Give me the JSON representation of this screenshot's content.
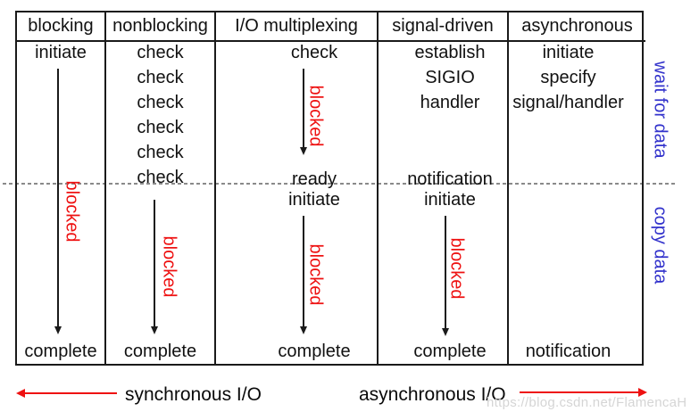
{
  "columns": [
    {
      "header": "blocking",
      "top": "initiate",
      "blocked": "blocked",
      "bottom": "complete"
    },
    {
      "header": "nonblocking",
      "checks": [
        "check",
        "check",
        "check",
        "check",
        "check",
        "check"
      ],
      "blocked": "blocked",
      "bottom": "complete"
    },
    {
      "header": "I/O multiplexing",
      "top": "check",
      "blocked_wait": "blocked",
      "ready": "ready",
      "initiate": "initiate",
      "blocked_copy": "blocked",
      "bottom": "complete"
    },
    {
      "header": "signal-driven",
      "setup_lines": [
        "establish",
        "SIGIO",
        "handler"
      ],
      "notification": "notification",
      "initiate": "initiate",
      "blocked": "blocked",
      "bottom": "complete"
    },
    {
      "header": "asynchronous",
      "setup_lines": [
        "initiate",
        "specify",
        "signal/handler"
      ],
      "bottom": "notification"
    }
  ],
  "phases": {
    "wait": "wait for data",
    "copy": "copy data"
  },
  "legend": {
    "sync": "synchronous I/O",
    "async": "asynchronous I/O"
  },
  "watermark": "https://blog.csdn.net/FlamencaH",
  "colors": {
    "red": "#ee1111",
    "blue": "#3333cc",
    "ink": "#1a1a1a",
    "dash": "#8a8a8a",
    "watermark": "#d5d5d5"
  }
}
